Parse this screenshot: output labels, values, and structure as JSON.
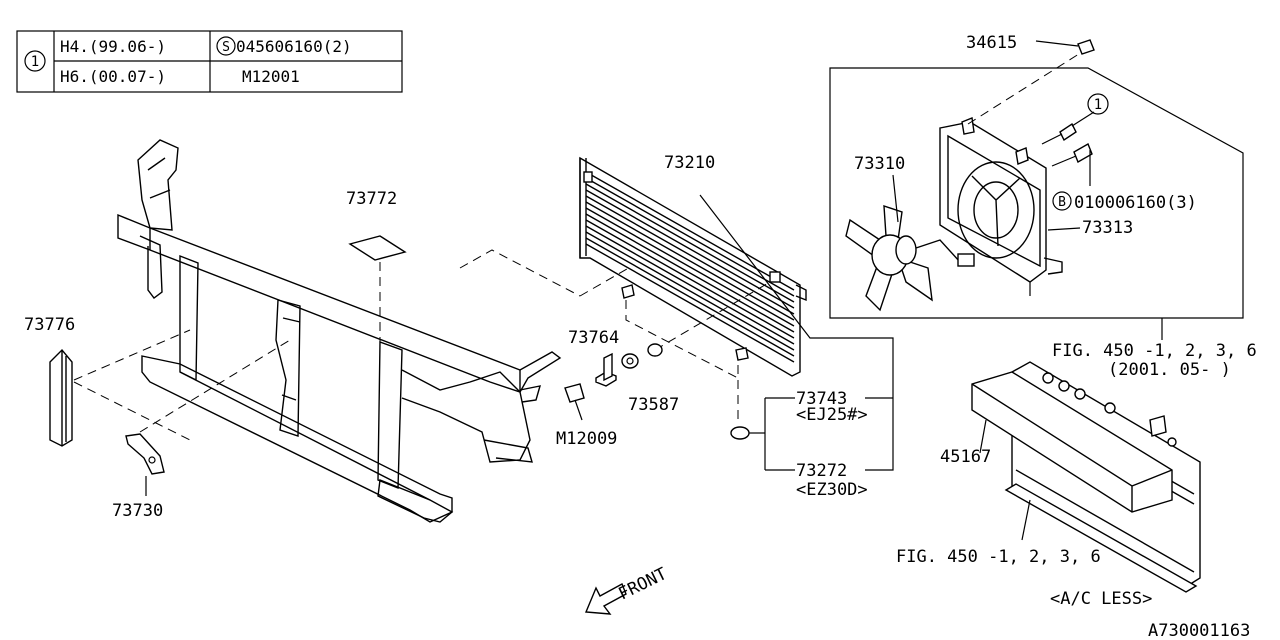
{
  "legend": {
    "mark": "1",
    "rows": [
      {
        "model": "H4.(99.06-)",
        "s_mark": "S",
        "part": "045606160(2)"
      },
      {
        "model": "H6.(00.07-)",
        "s_mark": "",
        "part": "M12001"
      }
    ]
  },
  "callouts": {
    "p34615": "34615",
    "p73310": "73310",
    "p73313": "73313",
    "p73210": "73210",
    "p73772": "73772",
    "p73776": "73776",
    "p73730": "73730",
    "p73764": "73764",
    "p73587": "73587",
    "m12009": "M12009",
    "p73743": "73743",
    "ej25": "<EJ25#>",
    "p73272": "73272",
    "ez30d": "<EZ30D>",
    "p45167": "45167",
    "b_mark": "B",
    "b_part": "010006160(3)",
    "circle1": "1",
    "fig_fan": "FIG. 450 -1, 2, 3, 6",
    "fig_fan_date": "(2001. 05-  )",
    "fig_rad": "FIG. 450 -1, 2, 3, 6",
    "ac_less": "<A/C LESS>",
    "front": "FRONT",
    "diagram_id": "A730001163"
  }
}
